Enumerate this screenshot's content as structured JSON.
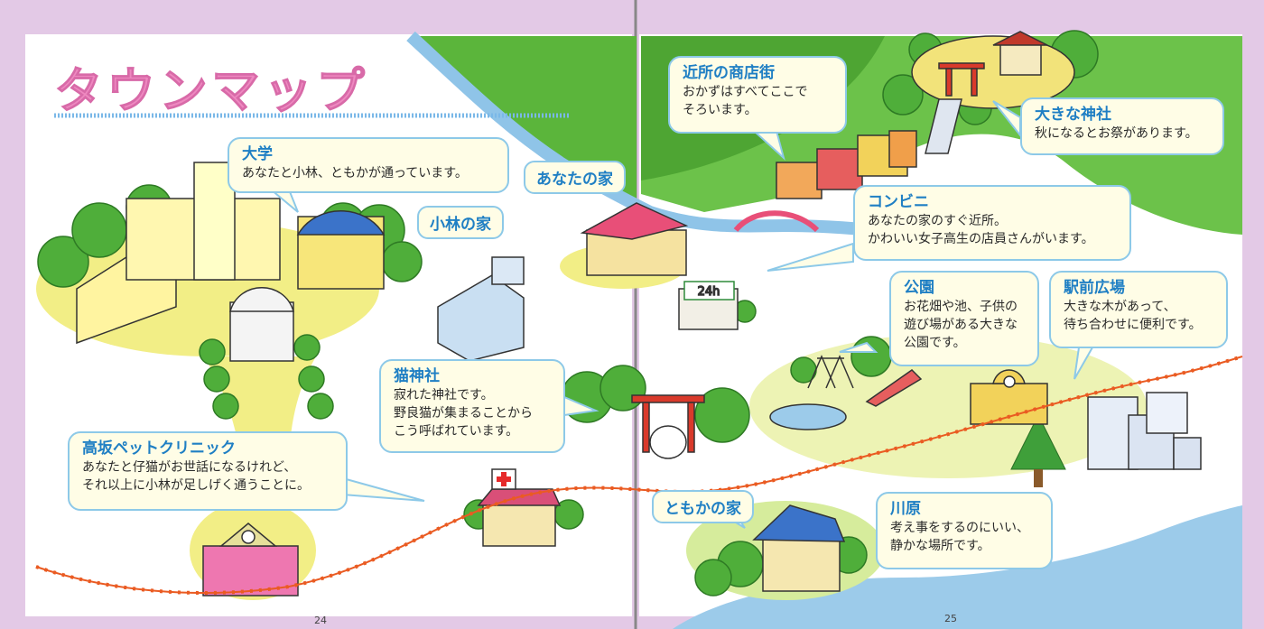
{
  "page_title": "タウンマップ",
  "page_numbers": {
    "left": "24",
    "right": "25"
  },
  "labels": {
    "shopping_street": {
      "title": "近所の商店街",
      "desc": [
        "おかずはすべてここで",
        "そろいます。"
      ]
    },
    "big_shrine": {
      "title": "大きな神社",
      "desc": [
        "秋になるとお祭があります。"
      ]
    },
    "university": {
      "title": "大学",
      "desc": [
        "あなたと小林、ともかが通っています。"
      ]
    },
    "your_house": {
      "title": "あなたの家"
    },
    "kobayashi_house": {
      "title": "小林の家"
    },
    "convenience_store": {
      "title": "コンビニ",
      "desc": [
        "あなたの家のすぐ近所。",
        "かわいい女子高生の店員さんがいます。"
      ]
    },
    "park": {
      "title": "公園",
      "desc": [
        "お花畑や池、子供の",
        "遊び場がある大きな",
        "公園です。"
      ]
    },
    "station_square": {
      "title": "駅前広場",
      "desc": [
        "大きな木があって、",
        "待ち合わせに便利です。"
      ]
    },
    "cat_shrine": {
      "title": "猫神社",
      "desc": [
        "寂れた神社です。",
        "野良猫が集まることから",
        "こう呼ばれています。"
      ]
    },
    "pet_clinic": {
      "title": "高坂ペットクリニック",
      "desc": [
        "あなたと仔猫がお世話になるけれど、",
        "それ以上に小林が足しげく通うことに。"
      ]
    },
    "tomoka_house": {
      "title": "ともかの家"
    },
    "riverbank": {
      "title": "川原",
      "desc": [
        "考え事をするのにいい、",
        "静かな場所です。"
      ]
    }
  },
  "signs": {
    "convenience": "24h"
  },
  "colors": {
    "accent": "#1f7fc4",
    "title_pink": "#ee88c0",
    "rail": "#ea5b22",
    "grass": "#5bb53b",
    "river": "#8fc4e8"
  }
}
